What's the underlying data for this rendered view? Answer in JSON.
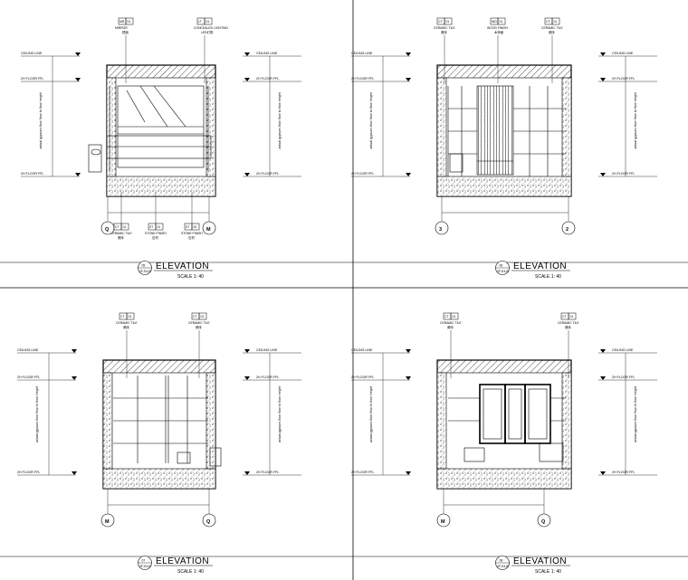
{
  "sheet": {
    "line_color": "#000000",
    "background": "#ffffff"
  },
  "panels": [
    {
      "id": "p1",
      "title": "ELEVATION",
      "scale": "SCALE 1: 40",
      "code": "2F-E4-B",
      "number": "05",
      "tags": [
        {
          "code": "MR",
          "no": "01",
          "name": "MIRROR",
          "cn": "镜面"
        },
        {
          "code": "LT",
          "no": "01",
          "name": "CONCEALED LIGHTING",
          "cn": "LED灯带"
        }
      ],
      "bottom_tags": [
        {
          "code": "CT",
          "no": "01",
          "name": "CERAMIC TILE",
          "cn": "瓷砖"
        },
        {
          "code": "ST",
          "no": "01",
          "name": "STONE FINISH",
          "cn": "石材"
        },
        {
          "code": "ST",
          "no": "02",
          "name": "STONE FINISH",
          "cn": "石材"
        }
      ],
      "levels": [
        "CEILING LINE",
        "2H FLOOR FFL",
        "2H FLOOR FFL"
      ],
      "side_note": "actual gypsum-floor floor to floor height",
      "axes": [
        "Q",
        "M"
      ]
    },
    {
      "id": "p2",
      "title": "ELEVATION",
      "scale": "SCALE 1: 40",
      "code": "2F-E4-B",
      "number": "06",
      "tags": [
        {
          "code": "CT",
          "no": "01",
          "name": "CERAMIC TILE",
          "cn": "瓷砖"
        },
        {
          "code": "WD",
          "no": "01",
          "name": "WOOD FINISH",
          "cn": "木饰面"
        },
        {
          "code": "CT",
          "no": "01",
          "name": "CERAMIC TILE",
          "cn": "瓷砖"
        }
      ],
      "levels": [
        "CEILING LINE",
        "2H FLOOR FFL",
        "2H FLOOR FFL"
      ],
      "side_note": "actual gypsum-floor floor to floor height",
      "axes": [
        "3",
        "2"
      ]
    },
    {
      "id": "p3",
      "title": "ELEVATION",
      "scale": "SCALE 1: 40",
      "code": "2F-E4-B",
      "number": "07",
      "tags": [
        {
          "code": "CT",
          "no": "01",
          "name": "CERAMIC TILE",
          "cn": "瓷砖"
        },
        {
          "code": "CT",
          "no": "01",
          "name": "CERAMIC TILE",
          "cn": "瓷砖"
        }
      ],
      "levels": [
        "CEILING LINE",
        "2H FLOOR FFL",
        "2H FLOOR FFL"
      ],
      "side_note": "actual gypsum-floor floor to floor height",
      "axes": [
        "M",
        "Q"
      ]
    },
    {
      "id": "p4",
      "title": "ELEVATION",
      "scale": "SCALE 1: 40",
      "code": "2F-E4-B",
      "number": "08",
      "tags": [
        {
          "code": "CT",
          "no": "01",
          "name": "CERAMIC TILE",
          "cn": "瓷砖"
        },
        {
          "code": "CT",
          "no": "01",
          "name": "CERAMIC TILE",
          "cn": "瓷砖"
        }
      ],
      "levels": [
        "CEILING LINE",
        "2H FLOOR FFL",
        "2H FLOOR FFL"
      ],
      "side_note": "actual gypsum-floor floor to floor height",
      "axes": [
        "M",
        "Q"
      ]
    }
  ]
}
